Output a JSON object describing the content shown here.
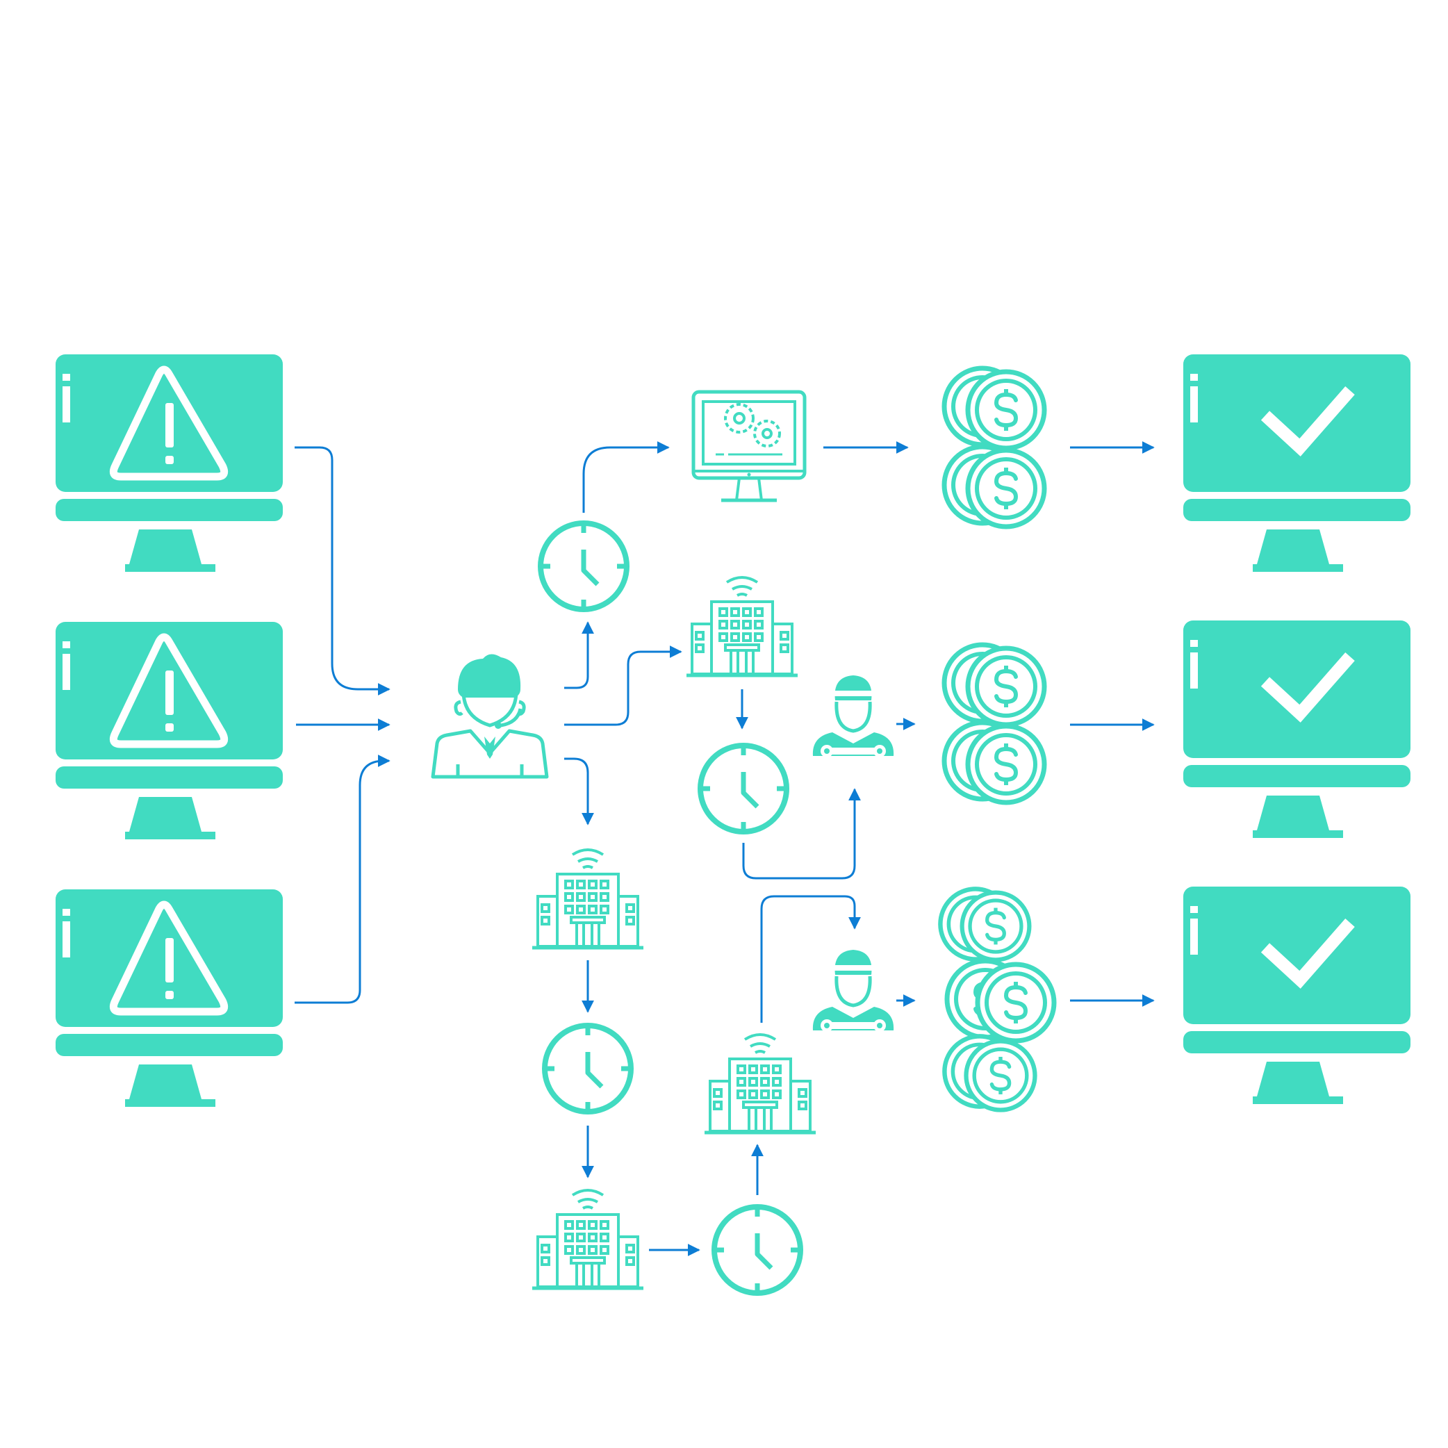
{
  "colors": {
    "icon": "#41DBC1",
    "arrow": "#0D7DD4",
    "background": "#FFFFFF"
  },
  "nodes": [
    {
      "id": "alert-monitor-1",
      "icon": "monitor-warning-icon"
    },
    {
      "id": "alert-monitor-2",
      "icon": "monitor-warning-icon"
    },
    {
      "id": "alert-monitor-3",
      "icon": "monitor-warning-icon"
    },
    {
      "id": "support-agent",
      "icon": "support-agent-icon"
    },
    {
      "id": "clock-top",
      "icon": "clock-icon"
    },
    {
      "id": "gear-monitor",
      "icon": "monitor-gears-icon"
    },
    {
      "id": "coins-1",
      "icon": "coins-icon"
    },
    {
      "id": "ok-monitor-1",
      "icon": "monitor-check-icon"
    },
    {
      "id": "building-mid",
      "icon": "building-icon"
    },
    {
      "id": "clock-mid",
      "icon": "clock-icon"
    },
    {
      "id": "technician-1",
      "icon": "technician-icon"
    },
    {
      "id": "coins-2",
      "icon": "coins-icon"
    },
    {
      "id": "ok-monitor-2",
      "icon": "monitor-check-icon"
    },
    {
      "id": "building-low-1",
      "icon": "building-icon"
    },
    {
      "id": "clock-low",
      "icon": "clock-icon"
    },
    {
      "id": "building-low-2",
      "icon": "building-icon"
    },
    {
      "id": "clock-bottom",
      "icon": "clock-icon"
    },
    {
      "id": "building-low-3",
      "icon": "building-icon"
    },
    {
      "id": "technician-2",
      "icon": "technician-icon"
    },
    {
      "id": "coins-3",
      "icon": "coins-icon"
    },
    {
      "id": "ok-monitor-3",
      "icon": "monitor-check-icon"
    }
  ],
  "edges": [
    {
      "from": "alert-monitor-1",
      "to": "support-agent"
    },
    {
      "from": "alert-monitor-2",
      "to": "support-agent"
    },
    {
      "from": "alert-monitor-3",
      "to": "support-agent"
    },
    {
      "from": "support-agent",
      "to": "clock-top"
    },
    {
      "from": "clock-top",
      "to": "gear-monitor"
    },
    {
      "from": "gear-monitor",
      "to": "coins-1"
    },
    {
      "from": "coins-1",
      "to": "ok-monitor-1"
    },
    {
      "from": "support-agent",
      "to": "building-mid"
    },
    {
      "from": "building-mid",
      "to": "clock-mid"
    },
    {
      "from": "clock-mid",
      "to": "technician-1"
    },
    {
      "from": "technician-1",
      "to": "coins-2"
    },
    {
      "from": "coins-2",
      "to": "ok-monitor-2"
    },
    {
      "from": "support-agent",
      "to": "building-low-1"
    },
    {
      "from": "building-low-1",
      "to": "clock-low"
    },
    {
      "from": "clock-low",
      "to": "building-low-2"
    },
    {
      "from": "building-low-2",
      "to": "clock-bottom"
    },
    {
      "from": "clock-bottom",
      "to": "building-low-3"
    },
    {
      "from": "building-low-3",
      "to": "technician-2"
    },
    {
      "from": "technician-2",
      "to": "coins-3"
    },
    {
      "from": "coins-3",
      "to": "ok-monitor-3"
    }
  ]
}
